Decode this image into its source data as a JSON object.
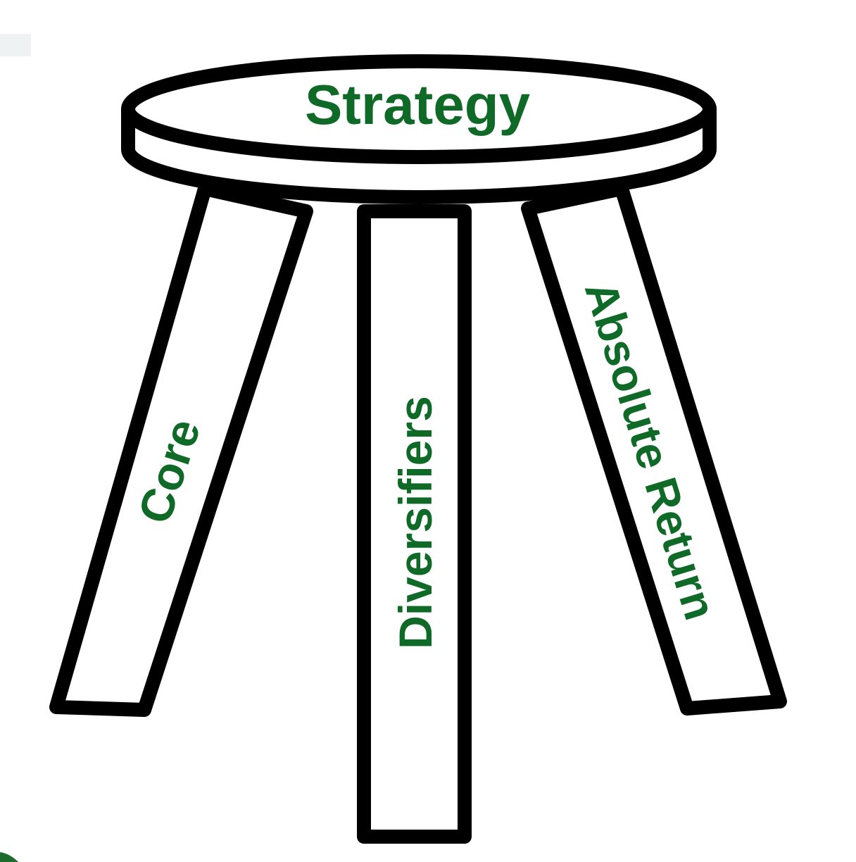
{
  "seat": {
    "label": "Strategy"
  },
  "legs": [
    {
      "id": "core",
      "label": "Core"
    },
    {
      "id": "diversifiers",
      "label": "Diversifiers"
    },
    {
      "id": "absolute-return",
      "label": "Absolute Return"
    }
  ],
  "colors": {
    "label_green": "#0e6a26",
    "outline": "#000000",
    "fill": "#ffffff"
  }
}
